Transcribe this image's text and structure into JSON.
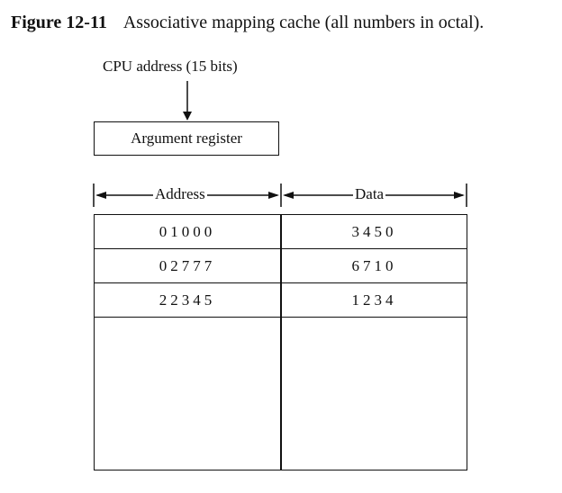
{
  "caption": {
    "figure_number": "Figure 12-11",
    "title": "Associative mapping cache (all numbers in octal)."
  },
  "cpu_address_label": "CPU address (15 bits)",
  "argument_register_label": "Argument register",
  "columns": {
    "address_header": "Address",
    "data_header": "Data"
  },
  "rows": [
    {
      "address": "01000",
      "data": "3450"
    },
    {
      "address": "02777",
      "data": "6710"
    },
    {
      "address": "22345",
      "data": "1234"
    }
  ]
}
